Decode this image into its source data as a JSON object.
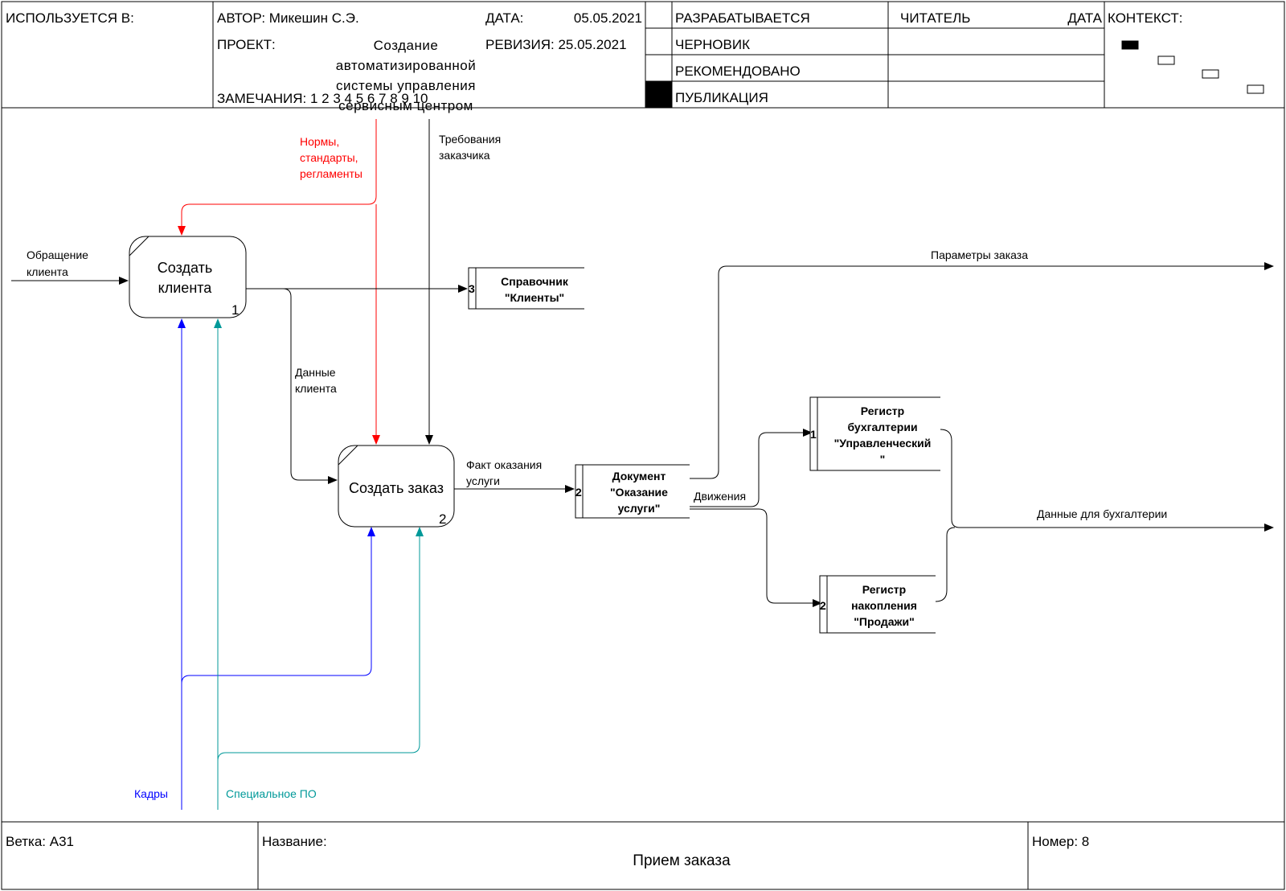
{
  "header": {
    "used_in_label": "ИСПОЛЬЗУЕТСЯ В:",
    "author_label": "АВТОР: Микешин С.Э.",
    "date_label": "ДАТА:",
    "date_value": "05.05.2021",
    "project_label": "ПРОЕКТ:",
    "project_lines": [
      "Создание",
      "автоматизированной",
      "системы управления",
      "сервисным центром"
    ],
    "revision_label": "РЕВИЗИЯ: 25.05.2021",
    "notes_label": "ЗАМЕЧАНИЯ: 1 2 3 4 5 6 7 8 9 10",
    "status_items": [
      "РАЗРАБАТЫВАЕТСЯ",
      "ЧЕРНОВИК",
      "РЕКОМЕНДОВАНО",
      "ПУБЛИКАЦИЯ"
    ],
    "reader_label": "ЧИТАТЕЛЬ",
    "reader_date_label": "ДАТА",
    "context_label": "КОНТЕКСТ:"
  },
  "processes": [
    {
      "id": "p1",
      "lines": [
        "Создать",
        "клиента"
      ],
      "number": "1"
    },
    {
      "id": "p2",
      "lines": [
        "Создать заказ"
      ],
      "number": "2"
    }
  ],
  "stores": [
    {
      "id": "s-clients",
      "lines": [
        "Справочник",
        "\"Клиенты\""
      ],
      "number": "3"
    },
    {
      "id": "s-document",
      "lines": [
        "Документ",
        "\"Оказание",
        "услуги\""
      ],
      "number": "2"
    },
    {
      "id": "s-reg-mgmt",
      "lines": [
        "Регистр",
        "бухгалтерии",
        "\"Управленческий",
        "\""
      ],
      "number": "1"
    },
    {
      "id": "s-reg-sales",
      "lines": [
        "Регистр",
        "накопления",
        "\"Продажи\""
      ],
      "number": "2"
    }
  ],
  "flows": {
    "norms": [
      "Нормы,",
      "стандарты,",
      "регламенты"
    ],
    "requirements": [
      "Требования",
      "заказчика"
    ],
    "client_request": [
      "Обращение",
      "клиента"
    ],
    "client_data": [
      "Данные",
      "клиента"
    ],
    "service_fact": [
      "Факт оказания",
      "услуги"
    ],
    "order_params": [
      "Параметры заказа"
    ],
    "movements": [
      "Движения"
    ],
    "accounting_data": [
      "Данные для бухгалтерии"
    ],
    "staff": [
      "Кадры"
    ],
    "special_software": [
      "Специальное ПО"
    ]
  },
  "footer": {
    "branch_label": "Ветка: А31",
    "name_label": "Название:",
    "name_value": "Прием заказа",
    "number_label": "Номер: 8"
  },
  "colors": {
    "control": "#ff0000",
    "mechanism_staff": "#0000ff",
    "mechanism_software": "#009999",
    "line": "#000000"
  }
}
